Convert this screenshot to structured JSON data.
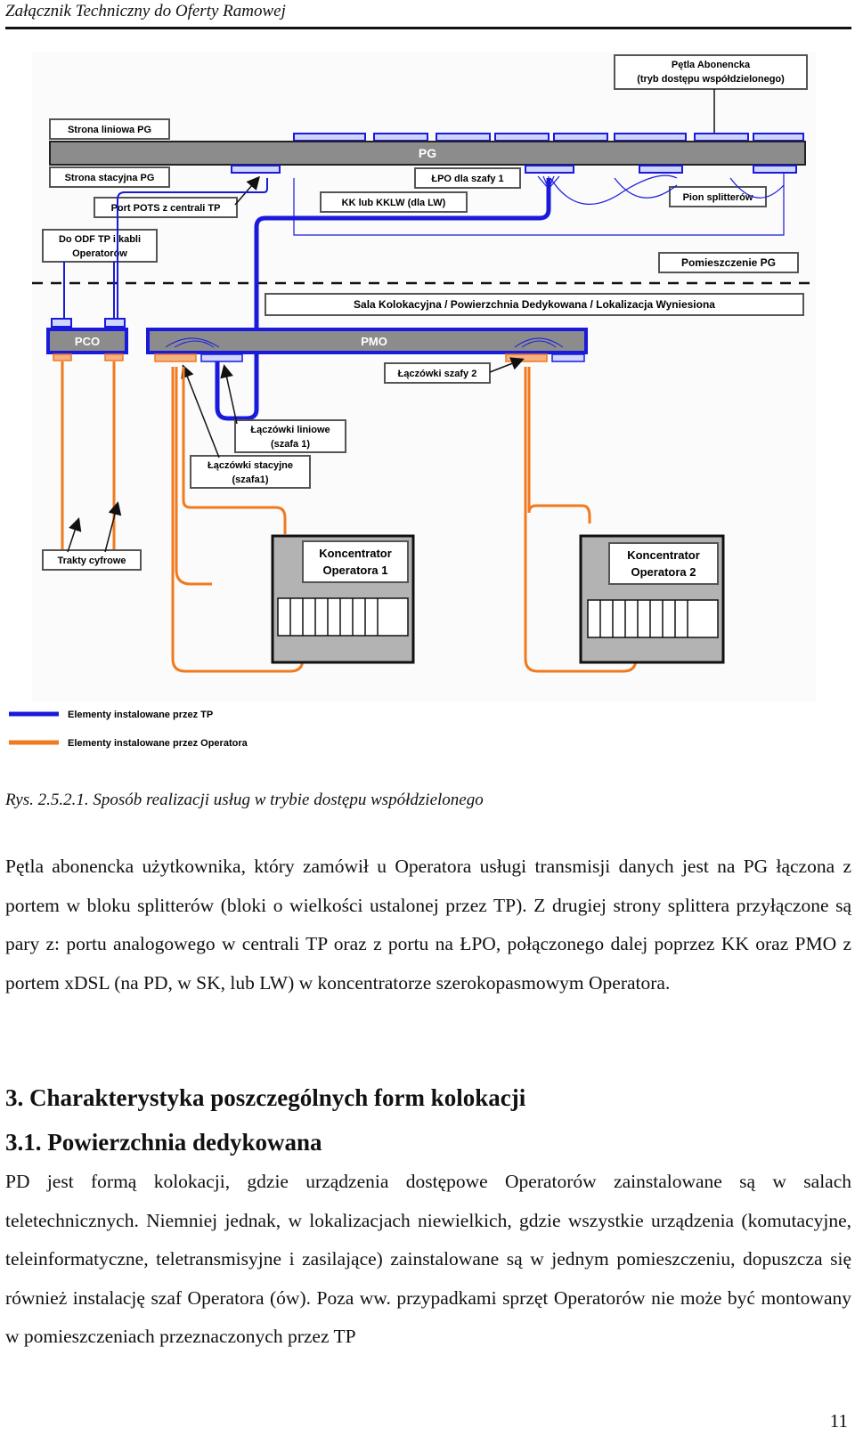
{
  "header": {
    "title": "Załącznik Techniczny do Oferty Ramowej"
  },
  "diagram": {
    "labels": {
      "petla_abonencka_1": "Pętla Abonencka",
      "petla_abonencka_2": "(tryb dostępu współdzielonego)",
      "strona_liniowa": "Strona liniowa PG",
      "pg": "PG",
      "strona_stacyjna": "Strona stacyjna PG",
      "lpo": "ŁPO dla szafy 1",
      "port_pots": "Port POTS z centrali TP",
      "kk": "KK lub KKLW (dla LW)",
      "pion": "Pion splitterów",
      "odf_1": "Do ODF TP i kabli",
      "odf_2": "Operatorów",
      "pomieszczenie": "Pomieszczenie PG",
      "sala": "Sala Kolokacyjna / Powierzchnia Dedykowana / Lokalizacja Wyniesiona",
      "pco": "PCO",
      "pmo": "PMO",
      "laczowki_szafy2": "Łączówki szafy 2",
      "laczowki_liniowe_1": "Łączówki liniowe",
      "laczowki_liniowe_2": "(szafa 1)",
      "laczowki_stacyjne_1": "Łączówki stacyjne",
      "laczowki_stacyjne_2": "(szafa1)",
      "trakty": "Trakty cyfrowe",
      "koncentrator1_1": "Koncentrator",
      "koncentrator1_2": "Operatora 1",
      "koncentrator2_1": "Koncentrator",
      "koncentrator2_2": "Operatora 2"
    },
    "legend": [
      {
        "label": "Elementy instalowane przez TP",
        "color": "#1a1adb"
      },
      {
        "label": "Elementy instalowane przez Operatora",
        "color": "#f07a1e"
      }
    ]
  },
  "caption": "Rys. 2.5.2.1. Sposób realizacji usług w trybie dostępu współdzielonego",
  "paragraph1": "Pętla abonencka użytkownika, który zamówił u Operatora usługi transmisji danych jest na PG łączona z portem w bloku splitterów (bloki o wielkości ustalonej przez TP). Z drugiej strony splittera przyłączone są pary z: portu analogowego w centrali TP oraz z portu na ŁPO, połączonego dalej poprzez KK oraz PMO z portem xDSL (na PD, w SK, lub LW) w koncentratorze szerokopasmowym Operatora.",
  "heading_section": "3. Charakterystyka poszczególnych form kolokacji",
  "heading_subsection": "3.1. Powierzchnia dedykowana",
  "paragraph2": "PD jest formą kolokacji, gdzie urządzenia dostępowe Operatorów zainstalowane są w salach teletechnicznych. Niemniej jednak, w lokalizacjach niewielkich, gdzie wszystkie urządzenia (komutacyjne, teleinformatyczne, teletransmisyjne i zasilające) zainstalowane są w jednym pomieszczeniu, dopuszcza się również instalację szaf Operatora (ów). Poza ww. przypadkami sprzęt Operatorów nie może być montowany w pomieszczeniach przeznaczonych przez TP",
  "page_number": "11"
}
